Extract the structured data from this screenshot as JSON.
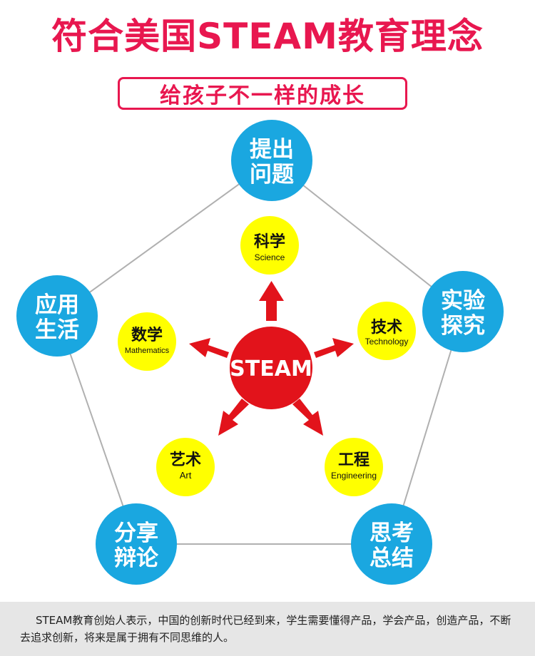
{
  "header": {
    "title": "符合美国STEAM教育理念",
    "subtitle": "给孩子不一样的成长"
  },
  "colors": {
    "title": "#e8174f",
    "outer_node": "#1aa7e0",
    "inner_node": "#ffff00",
    "center_node": "#e2131b",
    "arrow": "#e2131b",
    "pentagon_line": "#b0b0b0",
    "footer_bg": "#e6e6e6"
  },
  "center": {
    "label": "STEAM"
  },
  "outer_nodes": [
    {
      "line1": "提出",
      "line2": "问题"
    },
    {
      "line1": "实验",
      "line2": "探究"
    },
    {
      "line1": "思考",
      "line2": "总结"
    },
    {
      "line1": "分享",
      "line2": "辩论"
    },
    {
      "line1": "应用",
      "line2": "生活"
    }
  ],
  "inner_nodes": [
    {
      "cn": "科学",
      "en": "Science"
    },
    {
      "cn": "技术",
      "en": "Technology"
    },
    {
      "cn": "工程",
      "en": "Engineering"
    },
    {
      "cn": "艺术",
      "en": "Art"
    },
    {
      "cn": "数学",
      "en": "Mathematics"
    }
  ],
  "footer": {
    "text": "STEAM教育创始人表示，中国的创新时代已经到来，学生需要懂得产品，学会产品，创造产品，不断去追求创新，将来是属于拥有不同思维的人。"
  }
}
